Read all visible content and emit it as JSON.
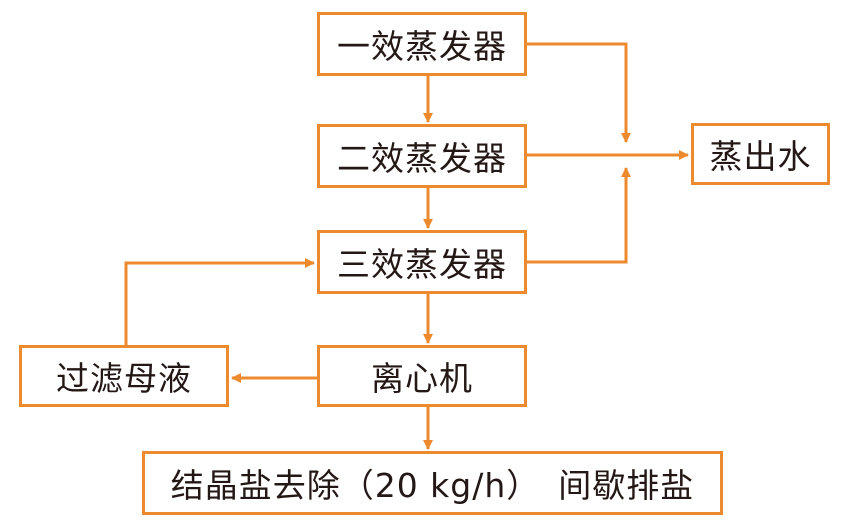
{
  "nodes": {
    "effect1": "一效蒸发器",
    "effect2": "二效蒸发器",
    "effect3": "三效蒸发器",
    "centrifuge": "离心机",
    "mother_liquor": "过滤母液",
    "condensate": "蒸出水",
    "salt_removal": {
      "action": "结晶盐去除",
      "rate": "（20 kg/h）",
      "mode": "间歇排盐"
    }
  },
  "edges": [
    {
      "from": "effect1",
      "to": "effect2"
    },
    {
      "from": "effect2",
      "to": "effect3"
    },
    {
      "from": "effect3",
      "to": "centrifuge"
    },
    {
      "from": "centrifuge",
      "to": "mother_liquor"
    },
    {
      "from": "mother_liquor",
      "to": "effect3"
    },
    {
      "from": "centrifuge",
      "to": "salt_removal"
    },
    {
      "from": "effect1",
      "to": "condensate"
    },
    {
      "from": "effect2",
      "to": "condensate"
    },
    {
      "from": "effect3",
      "to": "condensate"
    }
  ],
  "colors": {
    "line": "#EE8A2E",
    "text": "#231815",
    "background": "#FFFFFF"
  }
}
